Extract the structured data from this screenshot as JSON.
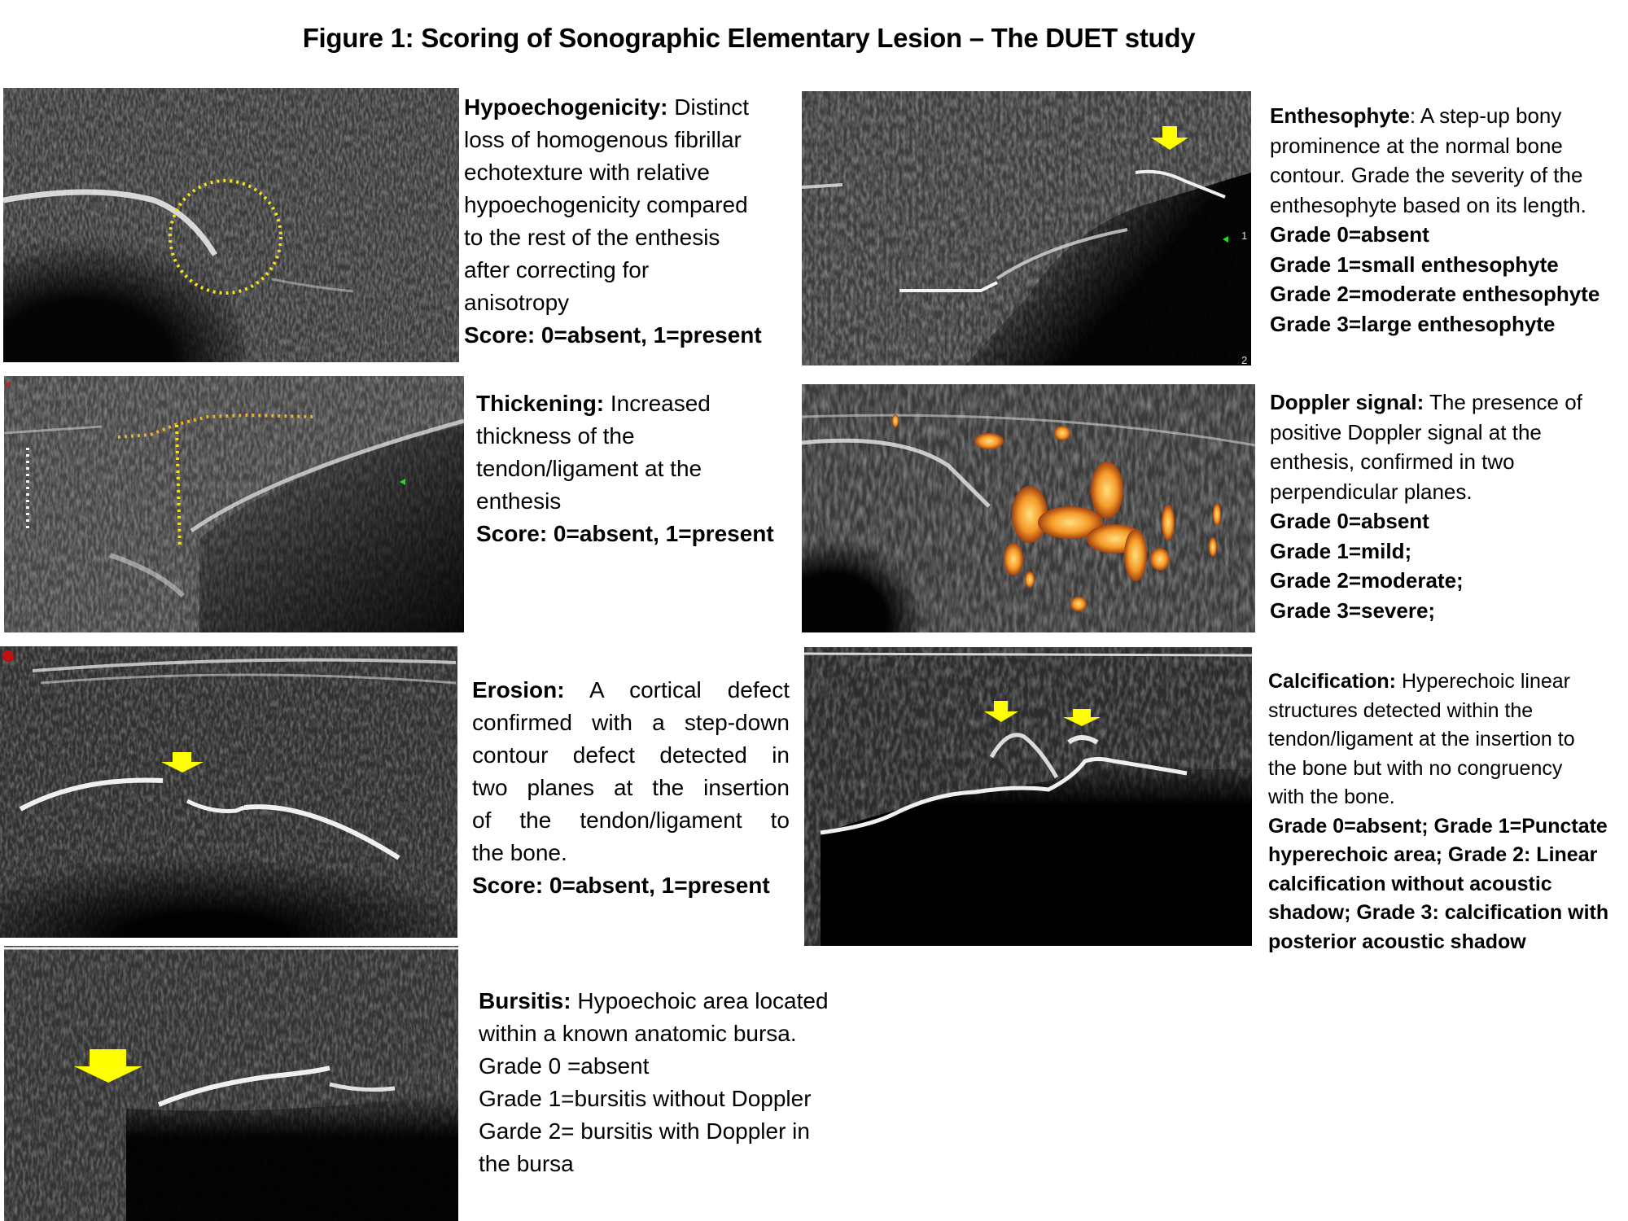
{
  "figure": {
    "title": "Figure 1: Scoring of Sonographic Elementary Lesion – The DUET study",
    "colors": {
      "annotation_yellow": "#f5e11a",
      "arrow_yellow": "#ffff00",
      "doppler_orange": "#f7a030",
      "background": "#ffffff"
    }
  },
  "panels": {
    "hypoechogenicity": {
      "image_label": "Hypoechogenicity ultrasound image with dotted circle",
      "heading": "Hypoechogenicity:",
      "lines": [
        "Distinct",
        "loss of homogenous fibrillar",
        "echotexture with relative",
        "hypoechogenicity compared",
        "to the rest of the enthesis",
        "after correcting for",
        "anisotropy"
      ],
      "score": "Score: 0=absent, 1=present"
    },
    "thickening": {
      "image_label": "Thickening ultrasound image with dotted measurement lines",
      "heading": "Thickening:",
      "lines": [
        "Increased",
        "thickness of the",
        "tendon/ligament at the",
        "enthesis"
      ],
      "score": "Score: 0=absent, 1=present"
    },
    "erosion": {
      "image_label": "Erosion ultrasound image with arrow",
      "heading": "Erosion:",
      "lines": [
        "A cortical defect",
        "confirmed with a step-down",
        "contour defect detected in",
        "two planes at the insertion",
        "of the tendon/ligament to",
        "the bone."
      ],
      "score": "Score: 0=absent, 1=present"
    },
    "bursitis": {
      "image_label": "Bursitis ultrasound image with arrow",
      "heading": "Bursitis:",
      "lines": [
        "Hypoechoic area located",
        "within a known anatomic bursa.",
        "Grade 0 =absent",
        "Grade 1=bursitis without Doppler",
        "Garde 2= bursitis with Doppler in",
        "the bursa"
      ]
    },
    "enthesophyte": {
      "image_label": "Enthesophyte ultrasound image with arrow",
      "heading": "Enthesophyte",
      "lines": [
        ": A step-up bony",
        "prominence at the normal bone",
        "contour. Grade the severity of the",
        "enthesophyte based on its length."
      ],
      "grades": [
        "Grade 0=absent",
        "Grade 1=small enthesophyte",
        "Grade 2=moderate enthesophyte",
        "Grade 3=large enthesophyte"
      ]
    },
    "doppler": {
      "image_label": "Power Doppler ultrasound image",
      "heading": "Doppler signal:",
      "lines": [
        "The presence of",
        "positive Doppler signal at the",
        "enthesis, confirmed in two",
        "perpendicular planes."
      ],
      "grades": [
        "Grade 0=absent",
        "Grade 1=mild;",
        "Grade 2=moderate;",
        "Grade 3=severe;"
      ]
    },
    "calcification": {
      "image_label": "Calcification ultrasound image with two arrows",
      "heading": "Calcification:",
      "lines": [
        "Hyperechoic linear",
        "structures detected within the",
        "tendon/ligament at the insertion to",
        "the bone but with no congruency",
        "with the bone."
      ],
      "grades": [
        "Grade 0=absent; Grade 1=Punctate",
        "hyperechoic area; Grade 2: Linear",
        "calcification without acoustic",
        "shadow; Grade 3: calcification with",
        "posterior acoustic shadow"
      ]
    }
  }
}
